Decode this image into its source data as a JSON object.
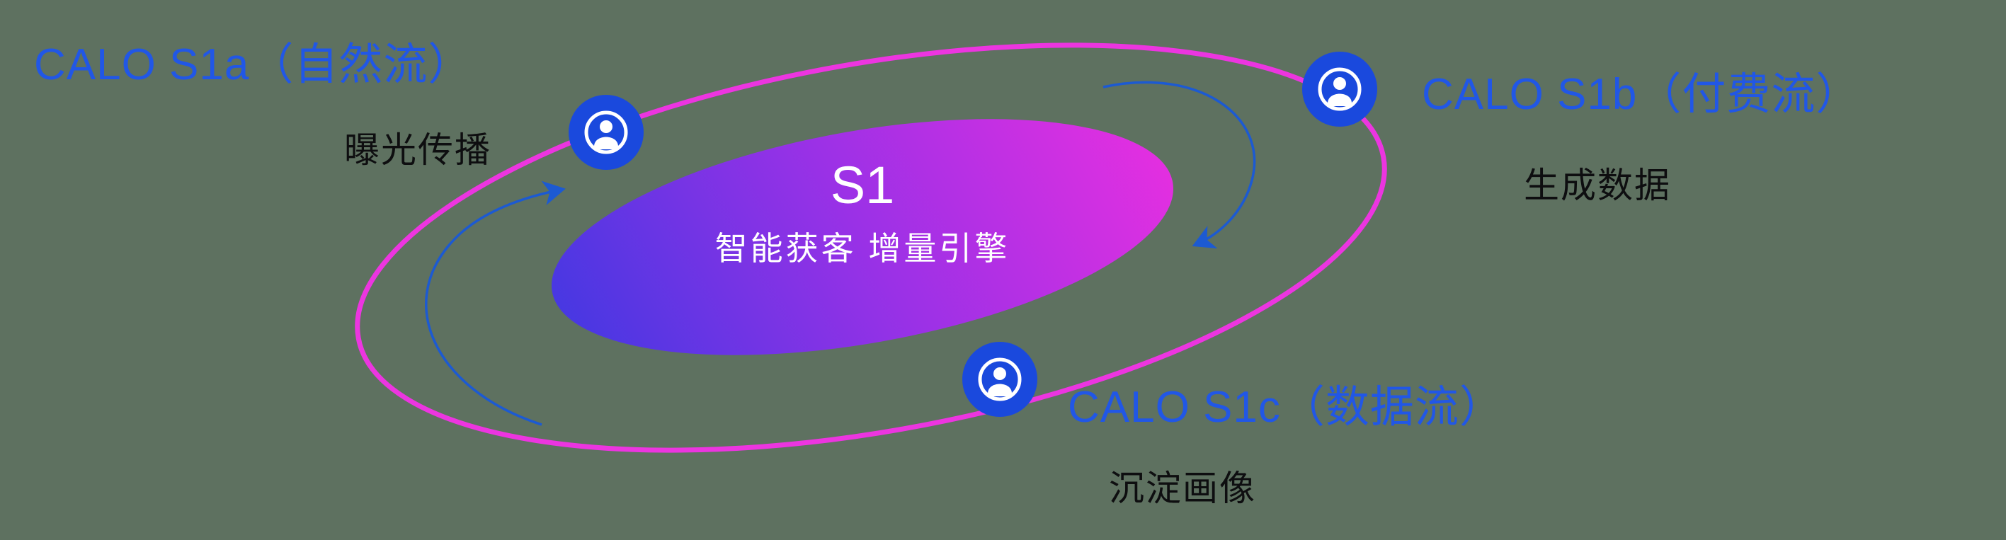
{
  "diagram": {
    "center": {
      "title": "S1",
      "subtitle": "智能获客  增量引擎"
    },
    "nodes": {
      "s1a": {
        "label": "CALO S1a（自然流）",
        "sublabel": "曝光传播"
      },
      "s1b": {
        "label": "CALO S1b（付费流）",
        "sublabel": "生成数据"
      },
      "s1c": {
        "label": "CALO S1c（数据流）",
        "sublabel": "沉淀画像"
      }
    },
    "icons": [
      "user-circle-icon",
      "user-circle-icon",
      "user-circle-icon"
    ],
    "colors": {
      "background": "#5e7160",
      "label_blue": "#2157e6",
      "sublabel_dark": "#0e0e10",
      "ring_pink": "#ec35e0",
      "core_gradient_start": "#4338e2",
      "core_gradient_mid": "#9a31e6",
      "core_gradient_end": "#e82fe0",
      "icon_blue": "#1a49dd",
      "arrow_blue": "#1c5ad2",
      "center_text": "#ffffff"
    }
  }
}
